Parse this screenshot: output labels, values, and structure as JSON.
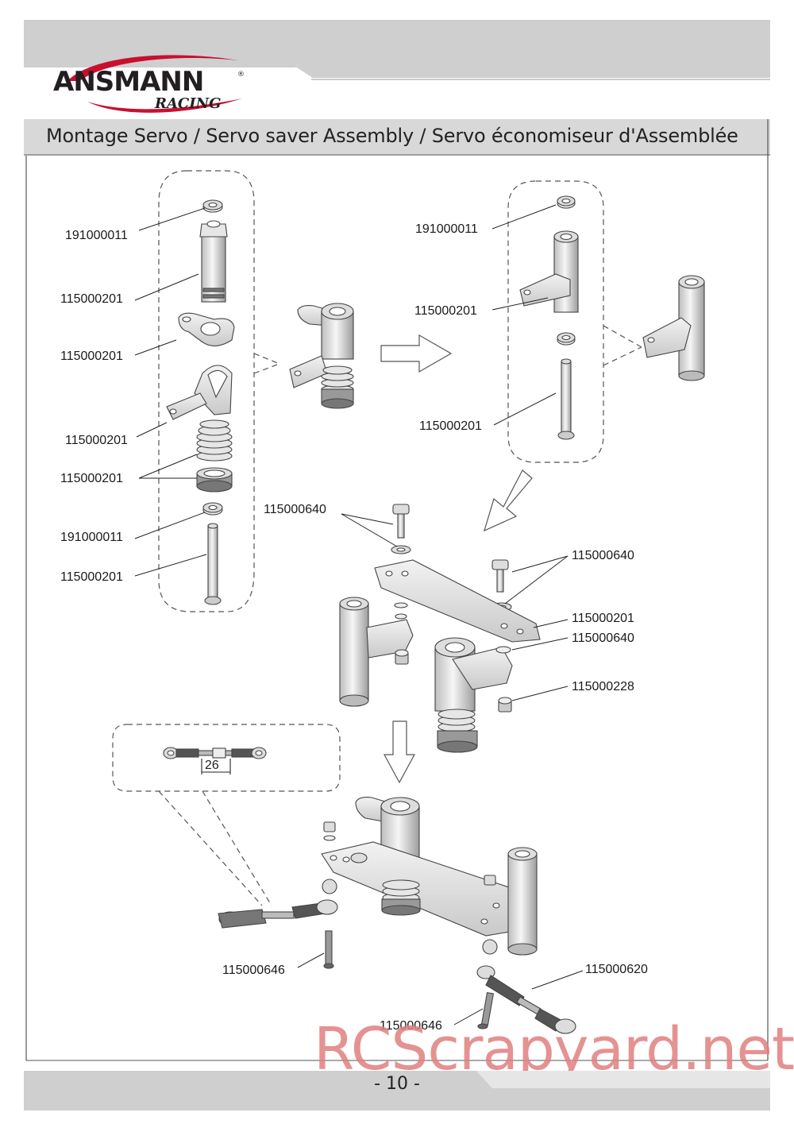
{
  "brand": {
    "name": "ANSMANN",
    "sub": "RACING",
    "colors": {
      "red": "#c8102e",
      "dark": "#231f20"
    }
  },
  "title": "Montage Servo / Servo saver Assembly / Servo économiseur d'Assemblée",
  "page_number": "- 10 -",
  "watermark": "RCScrapyard.net",
  "parts": {
    "left_1": "191000011",
    "left_2": "115000201",
    "left_3": "115000201",
    "left_4": "115000201",
    "left_5": "115000201",
    "left_6": "191000011",
    "left_7": "115000201",
    "right_1": "191000011",
    "right_2": "115000201",
    "right_3": "115000201",
    "mid_1": "115000640",
    "mid_2": "115000640",
    "mid_3": "115000201",
    "mid_4": "115000640",
    "mid_5": "115000228",
    "bottom_1": "115000646",
    "bottom_2": "115000620",
    "bottom_3": "115000646"
  },
  "dimension": "26"
}
